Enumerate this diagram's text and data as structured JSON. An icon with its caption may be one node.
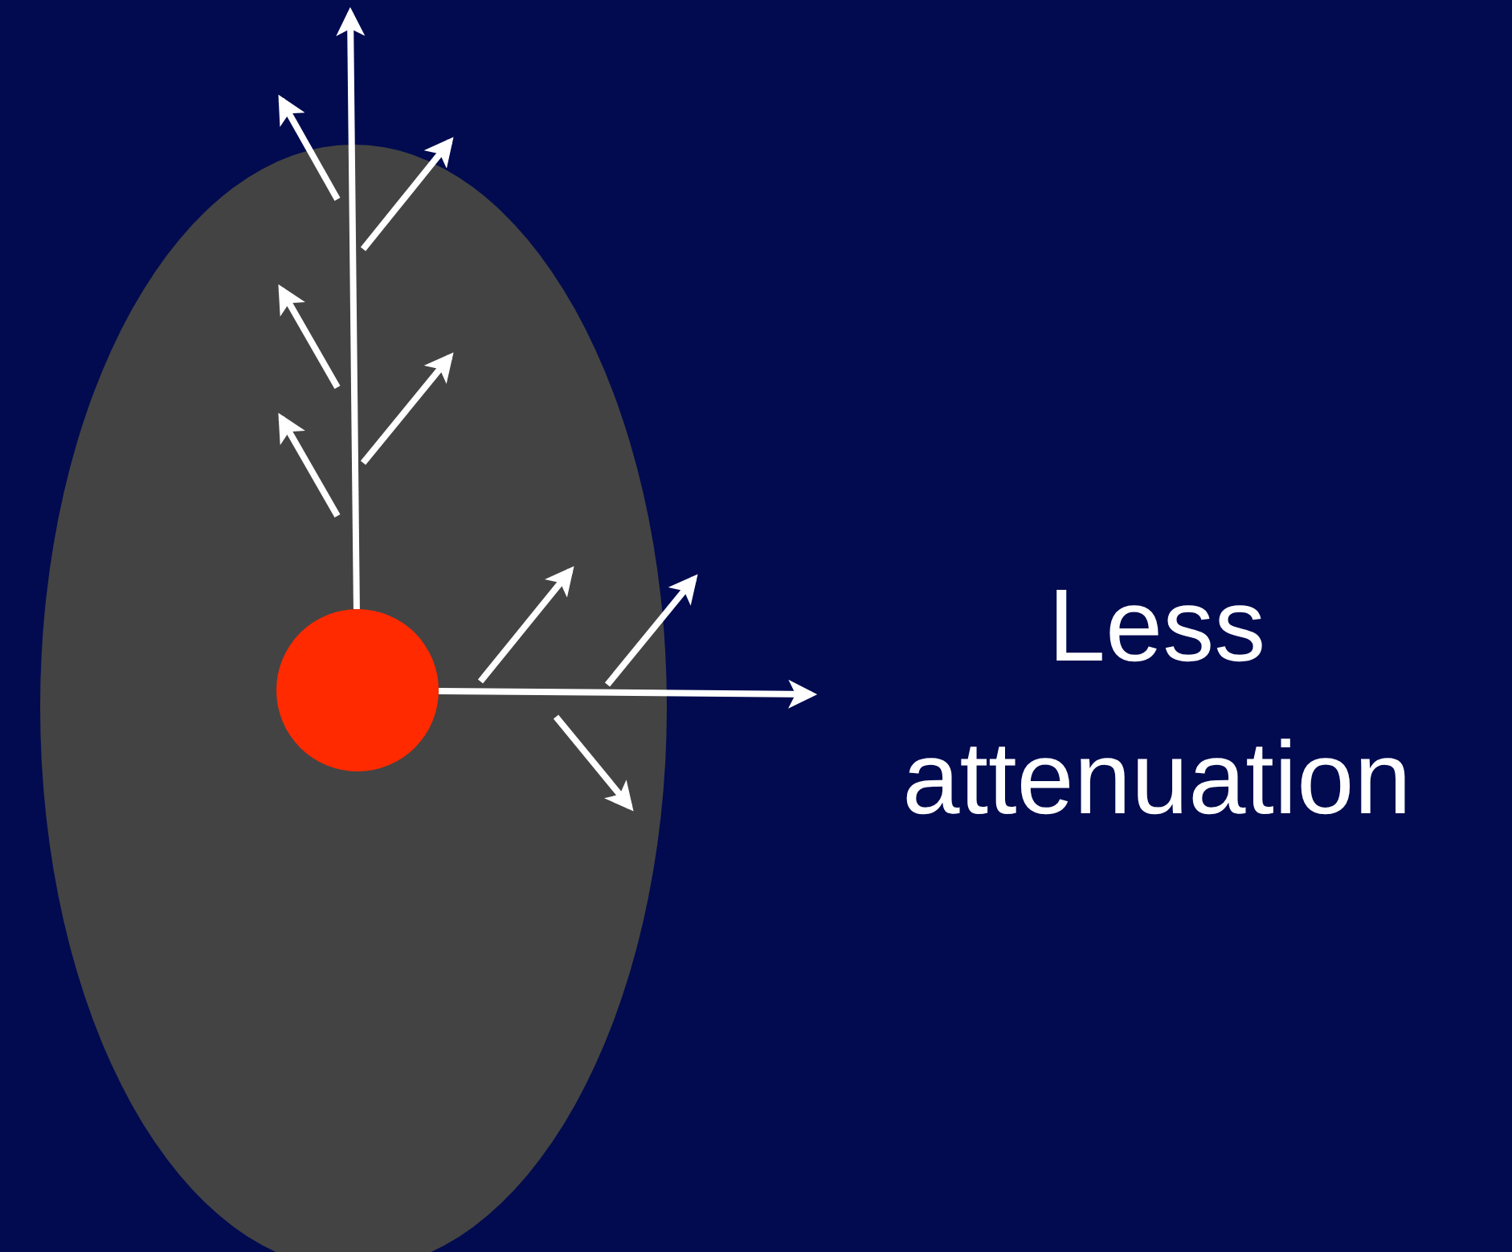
{
  "diagram": {
    "nodes": [
      {
        "text": [],
        "shape": "ellipse"
      },
      {
        "text": [],
        "shape": "circle",
        "in": 0
      }
    ],
    "edges": [
      {
        "from": 1,
        "to": null,
        "arrow": "to"
      },
      {
        "from": 1,
        "to": null,
        "arrow": "to"
      }
    ],
    "labels": [
      "Less attenuation"
    ]
  }
}
